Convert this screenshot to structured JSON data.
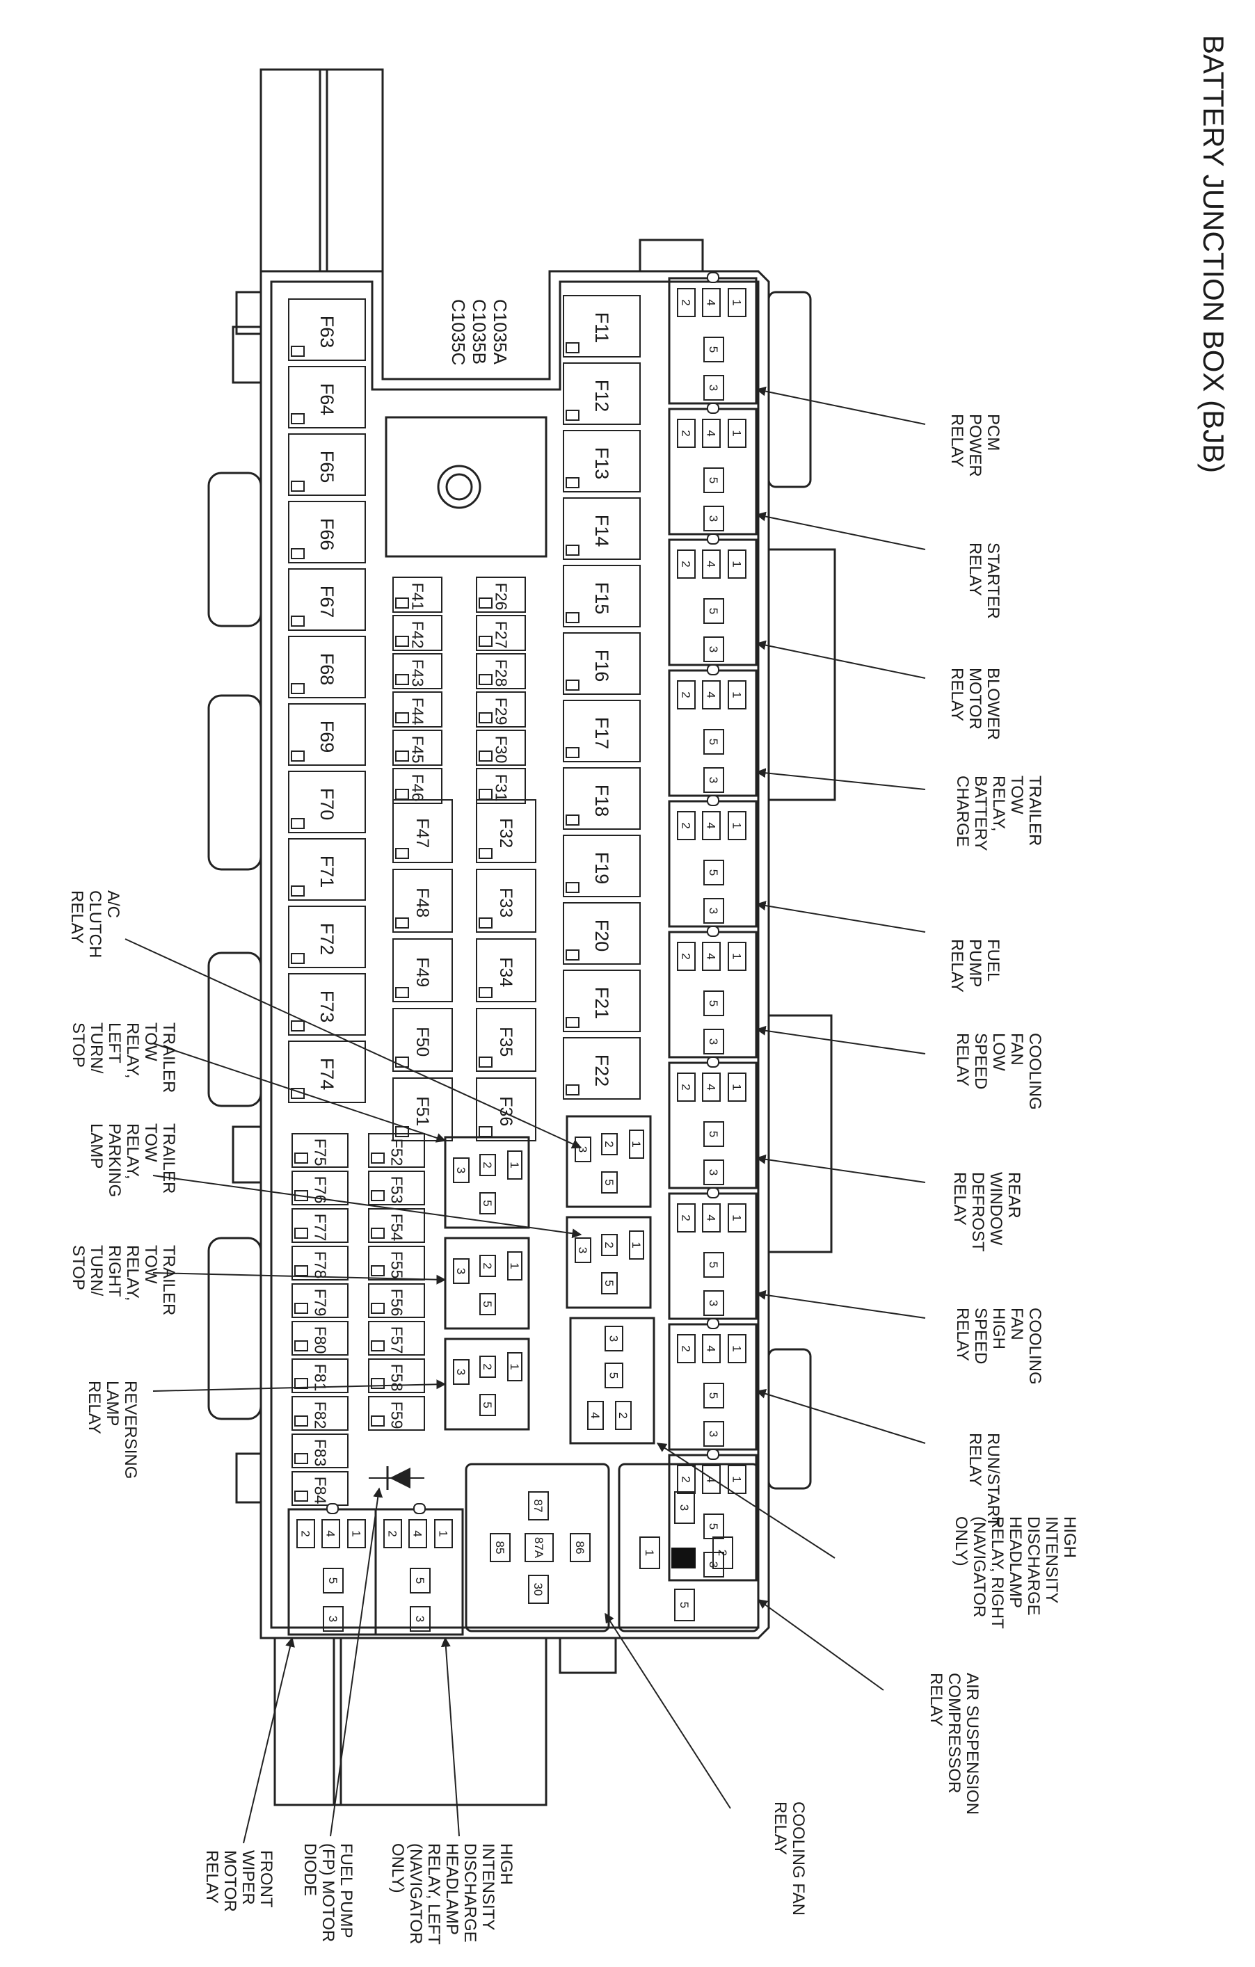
{
  "title": "BATTERY JUNCTION BOX (BJB)",
  "connectors": [
    "C1035A",
    "C1035B",
    "C1035C"
  ],
  "fuses": {
    "col_left": [
      "F63",
      "F64",
      "F65",
      "F66",
      "F67",
      "F68",
      "F69",
      "F70",
      "F71",
      "F72",
      "F73",
      "F74"
    ],
    "col_right": [
      "F11",
      "F12",
      "F13",
      "F14",
      "F15",
      "F16",
      "F17",
      "F18",
      "F19",
      "F20",
      "F21",
      "F22"
    ],
    "mini_a": [
      "F41",
      "F42",
      "F43",
      "F44",
      "F45",
      "F46"
    ],
    "mini_b": [
      "F26",
      "F27",
      "F28",
      "F29",
      "F30",
      "F31"
    ],
    "cart_a": [
      "F47",
      "F48",
      "F49",
      "F50",
      "F51"
    ],
    "cart_b": [
      "F32",
      "F33",
      "F34",
      "F35",
      "F36"
    ],
    "lower_a": [
      "F75",
      "F76",
      "F77",
      "F78",
      "F79",
      "F80",
      "F81",
      "F82",
      "F83",
      "F84"
    ],
    "lower_b": [
      "F52",
      "F53",
      "F54",
      "F55",
      "F56",
      "F57",
      "F58",
      "F59"
    ]
  },
  "relay_pins": {
    "iso": [
      "2",
      "4",
      "1",
      "5",
      "3"
    ],
    "micro": [
      "3",
      "2",
      "1",
      "5"
    ],
    "hid_right": [
      "3",
      "5",
      "4",
      "2"
    ],
    "cooling_fan": [
      "87",
      "87A",
      "85",
      "86",
      "30"
    ],
    "air_suspension": [
      "3",
      "1",
      "2",
      "5"
    ]
  },
  "callouts": {
    "right": [
      "PCM\nPOWER\nRELAY",
      "STARTER\nRELAY",
      "BLOWER\nMOTOR\nRELAY",
      "TRAILER\nTOW\nRELAY,\nBATTERY\nCHARGE",
      "FUEL\nPUMP\nRELAY",
      "COOLING\nFAN\nLOW\nSPEED\nRELAY",
      "REAR\nWINDOW\nDEFROST\nRELAY",
      "COOLING\nFAN\nHIGH\nSPEED\nRELAY",
      "RUN/START\nRELAY",
      "HIGH\nINTENSITY\nDISCHARGE\nHEADLAMP\nRELAY, RIGHT\n(NAVIGATOR\nONLY)",
      "AIR SUSPENSION\nCOMPRESSOR\nRELAY",
      "COOLING FAN\nRELAY"
    ],
    "left": [
      "A/C\nCLUTCH\nRELAY",
      "TRAILER\nTOW\nRELAY,\nLEFT\nTURN/\nSTOP",
      "TRAILER\nTOW\nRELAY,\nPARKING\nLAMP",
      "TRAILER\nTOW\nRELAY,\nRIGHT\nTURN/\nSTOP",
      "REVERSING\nLAMP\nRELAY"
    ],
    "bottom": [
      "FRONT\nWIPER\nMOTOR\nRELAY",
      "FUEL PUMP\n(FP) MOTOR\nDIODE",
      "HIGH\nINTENSITY\nDISCHARGE\nHEADLAMP\nRELAY, LEFT\n(NAVIGATOR\nONLY)"
    ]
  }
}
